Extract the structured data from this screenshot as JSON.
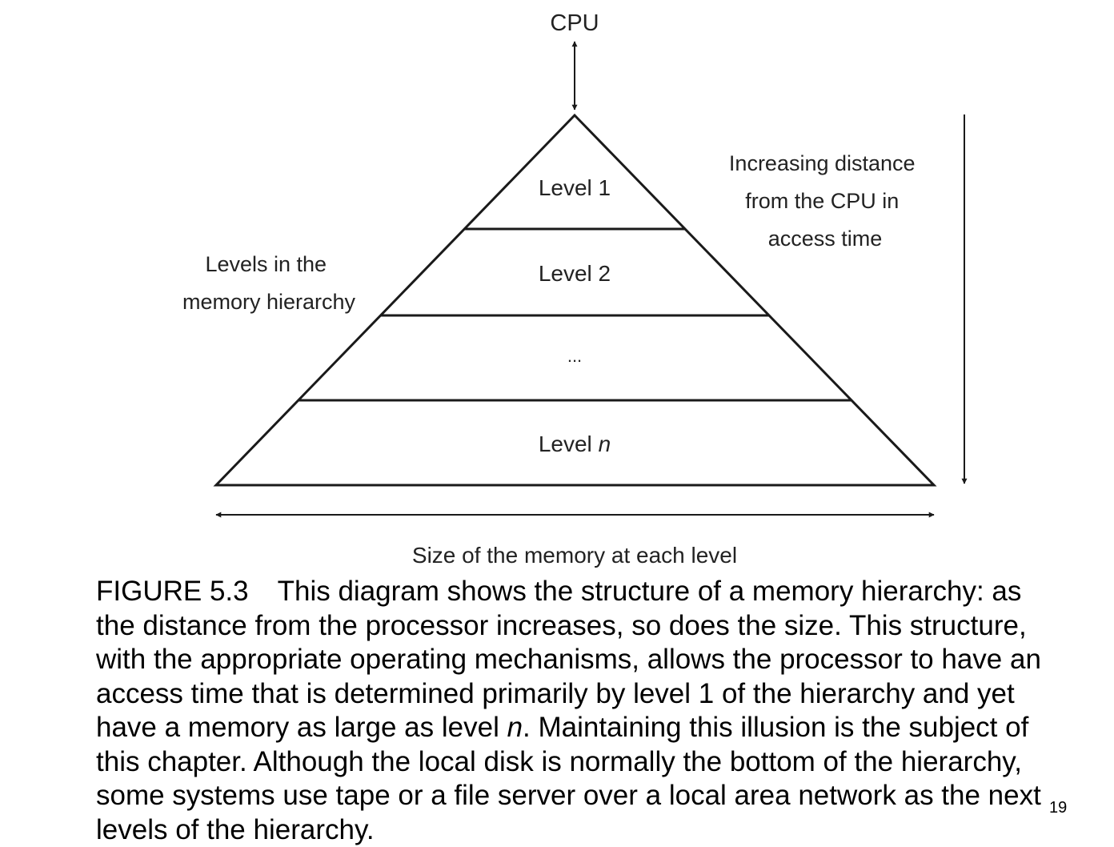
{
  "diagram": {
    "cpu_label": "CPU",
    "levels": [
      {
        "label": "Level 1",
        "var": ""
      },
      {
        "label": "Level 2",
        "var": ""
      },
      {
        "label": "...",
        "var": ""
      },
      {
        "label": "Level ",
        "var": "n"
      }
    ],
    "left_label_lines": [
      "Levels in the",
      "memory hierarchy"
    ],
    "right_label_lines": [
      "Increasing distance",
      "from the CPU in",
      "access time"
    ],
    "bottom_label": "Size of the memory at each level"
  },
  "caption": {
    "figure_label": "FIGURE 5.3",
    "text_part1": "This diagram shows the structure of a memory hierarchy: as the distance from the processor increases, so does the size. This structure, with the appropriate operating mechanisms, allows the processor to have an access time that is determined primarily by level 1 of the hierarchy and yet have a memory as large as level ",
    "text_italic": "n",
    "text_part2": ". Maintaining this illusion is the subject of this chapter. Although the local disk is normally the bottom of the hierarchy, some systems use tape or a file server over a local area network as the next levels of the hierarchy."
  },
  "page_number": "19",
  "colors": {
    "line": "#1a1a1a",
    "text": "#222222"
  }
}
